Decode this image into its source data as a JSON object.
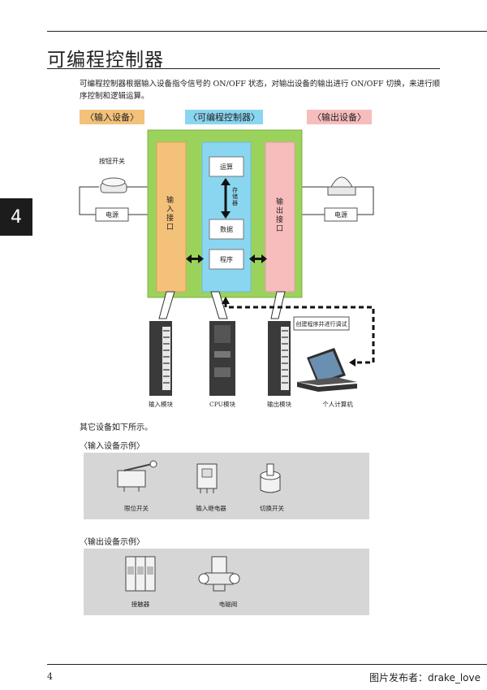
{
  "page": {
    "title": "可编程控制器",
    "intro": "可编程控制器根据输入设备指令信号的 ON/OFF 状态，对输出设备的输出进行 ON/OFF 切换，来进行顺序控制和逻辑运算。",
    "chapter_tab": "4",
    "page_number": "4",
    "watermark": "图片发布者：drake_love"
  },
  "diagram": {
    "header_input": "〈输入设备〉",
    "header_plc": "〈可编程控制器〉",
    "header_output": "〈输出设备〉",
    "button_switch_label": "按钮开关",
    "power_left": "电源",
    "power_right": "电源",
    "input_interface": "输入接口",
    "output_interface": "输出接口",
    "compute": "运算",
    "storage": "存储器",
    "data": "数据",
    "program": "程序",
    "pc_note": "创建程序并进行调试",
    "module_input": "输入模块",
    "module_cpu": "CPU模块",
    "module_output": "输出模块",
    "pc_label": "个人计算机",
    "colors": {
      "input": "#f3c17a",
      "plc": "#9bd25c",
      "cpu": "#8ad6f0",
      "output": "#f7bcbc"
    }
  },
  "other_devices": {
    "intro": "其它设备如下所示。",
    "input_example_title": "〈输入设备示例〉",
    "input_examples": [
      "限位开关",
      "输入继电器",
      "切换开关"
    ],
    "output_example_title": "〈输出设备示例〉",
    "output_examples": [
      "接触器",
      "电磁阀"
    ]
  }
}
